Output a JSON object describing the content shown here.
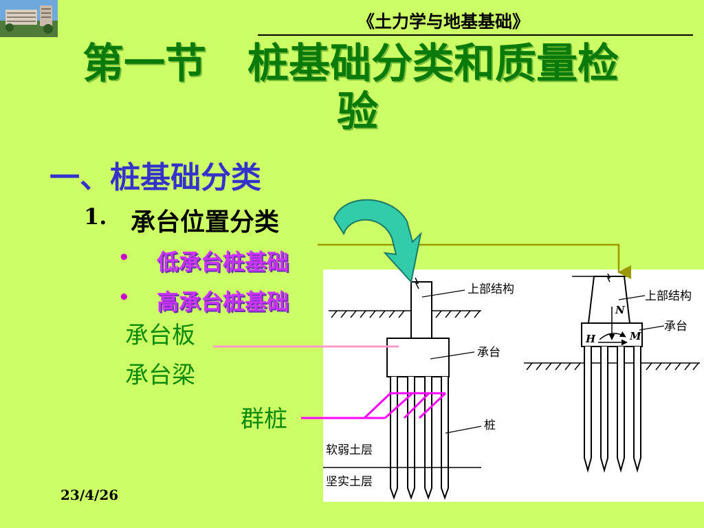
{
  "header": {
    "course_title": "《土力学与地基基础》"
  },
  "title": {
    "line1": "第一节　桩基础分类和质量检",
    "line2": "验"
  },
  "section": {
    "heading": "一、桩基础分类"
  },
  "item1": {
    "number": "1.",
    "label": "承台位置分类"
  },
  "bullets": [
    {
      "marker": "•",
      "text": "低承台桩基础"
    },
    {
      "marker": "•",
      "text": "高承台桩基础"
    }
  ],
  "labels": {
    "cap_board": "承台板",
    "cap_beam": "承台梁",
    "pile_group": "群桩"
  },
  "diagram": {
    "left": {
      "superstructure": "上部结构",
      "pile_cap": "承台",
      "pile": "桩",
      "soft_soil": "软弱土层",
      "firm_soil": "坚实土层"
    },
    "right": {
      "superstructure": "上部结构",
      "pile_cap": "承台",
      "sym_n": "N",
      "sym_h": "H",
      "sym_m": "M"
    }
  },
  "footer": {
    "date": "23/4/26"
  },
  "colors": {
    "background": "#CCFF66",
    "title_green": "#0A7A0A",
    "section_blue": "#3333CC",
    "bullet_purple": "#CC33FF",
    "label_green": "#0A8A0A",
    "pointer_pink": "#FF99CC",
    "pointer_magenta": "#FF00FF",
    "connector_olive": "#999900",
    "arrow_teal": "#33CCAA"
  }
}
